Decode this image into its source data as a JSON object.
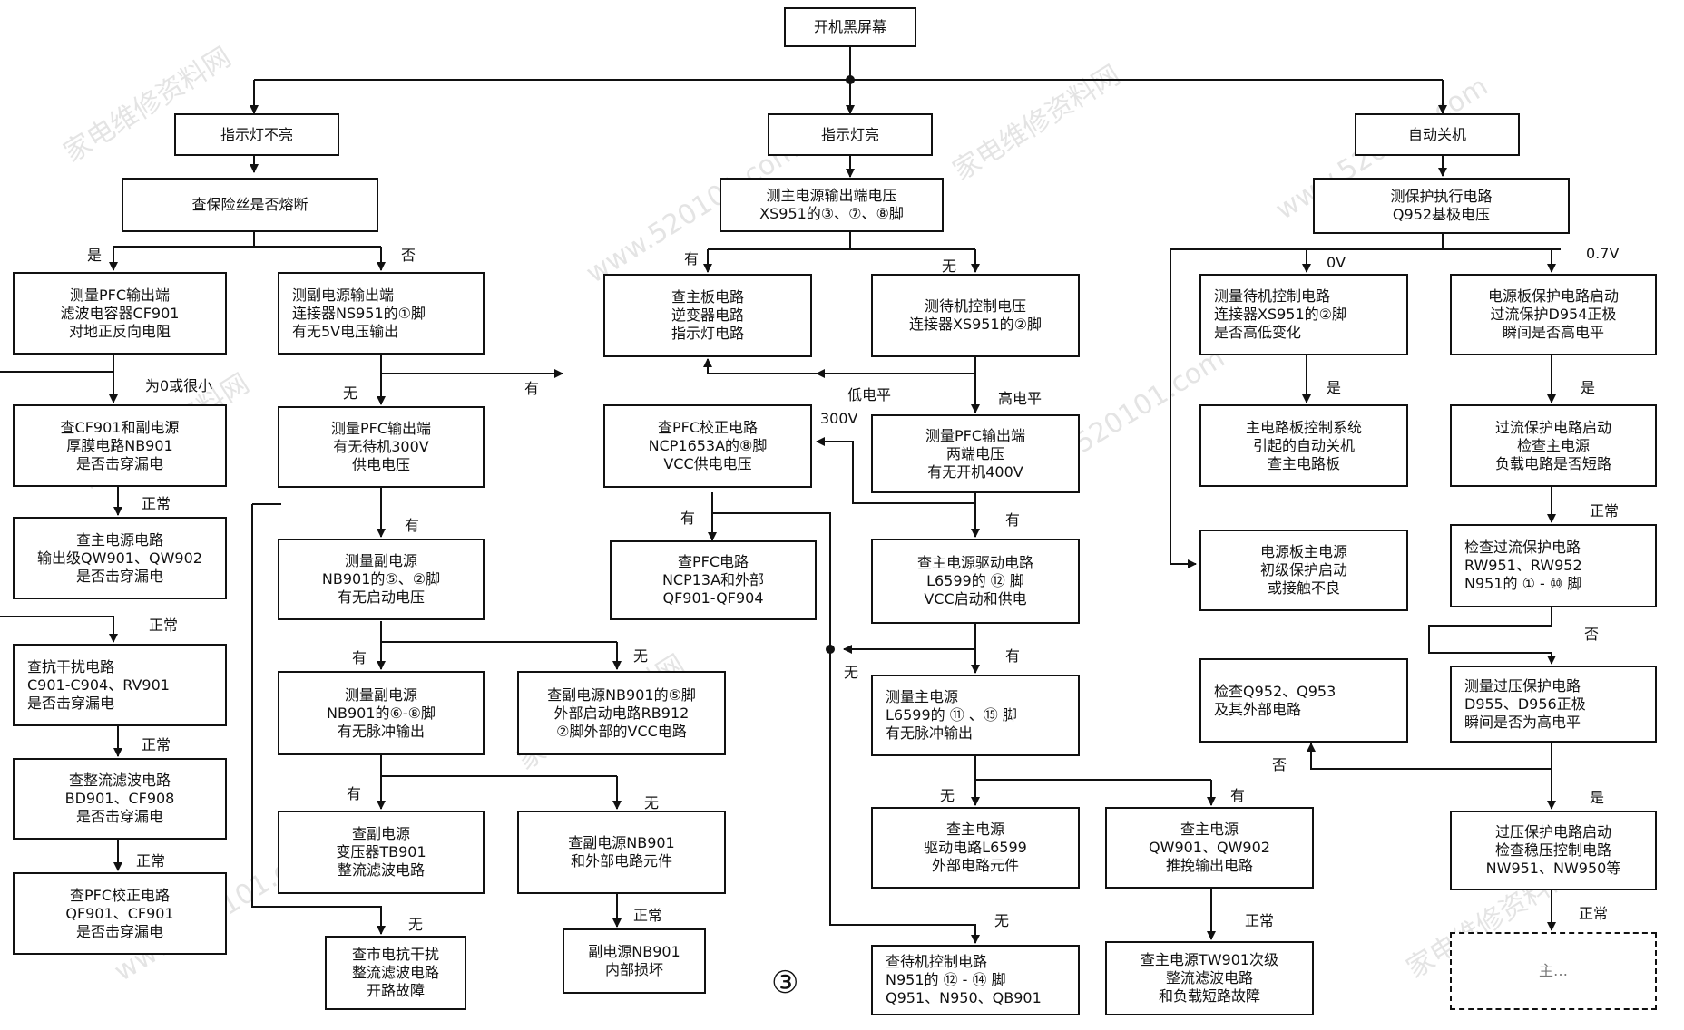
{
  "title": "开机黑屏幕",
  "page_number": "③",
  "watermarks": [
    "家电维修资料网",
    "www.520101.com"
  ],
  "boxes": {
    "b_top": "开机黑屏幕",
    "b_l_head": "指示灯不亮",
    "b_c_head": "指示灯亮",
    "b_r_head": "自动关机",
    "b_fuse": "查保险丝是否熔断",
    "b_pfc_cap": "测量PFC输出端\n滤波电容器CF901\n对地正反向电阻",
    "b_sub_out": "测副电源输出端\n连接器NS951的①脚\n有无5V电压输出",
    "b_cf901": "查CF901和副电源\n厚膜电路NB901\n是否击穿漏电",
    "b_main_out_stage": "查主电源电路\n输出级QW901、QW902\n是否击穿漏电",
    "b_emi": "查抗干扰电路\nC901-C904、RV901\n是否击穿漏电",
    "b_rect": "查整流滤波电路\nBD901、CF908\n是否击穿漏电",
    "b_pfc_corr": "查PFC校正电路\nQF901、CF901\n是否击穿漏电",
    "b_pfc300": "测量PFC输出端\n有无待机300V\n供电电压",
    "b_nb901_start": "测量副电源\nNB901的⑤、②脚\n有无启动电压",
    "b_nb901_pulse": "测量副电源\nNB901的⑥-⑧脚\n有无脉冲输出",
    "b_nb901_ext": "查副电源NB901的⑤脚\n外部启动电路RB912\n②脚外部的VCC电路",
    "b_tb901": "查副电源\n变压器TB901\n整流滤波电路",
    "b_nb901_parts": "查副电源NB901\n和外部电路元件",
    "b_nb901_bad": "副电源NB901\n内部损坏",
    "b_mains": "查市电抗干扰\n整流滤波电路\n开路故障",
    "b_main_out_v": "测主电源输出端电压\nXS951的③、⑦、⑧脚",
    "b_mainboard": "查主板电路\n逆变器电路\n指示灯电路",
    "b_standby_ctrl": "测待机控制电压\n连接器XS951的②脚",
    "b_ncp1653": "查PFC校正电路\nNCP1653A的⑧脚\nVCC供电电压",
    "b_pfc_400": "测量PFC输出端\n两端电压\n有无开机400V",
    "b_ncp13a": "查PFC电路\nNCP13A和外部\nQF901-QF904",
    "b_l6599_vcc": "查主电源驱动电路\nL6599的 ⑫ 脚\nVCC启动和供电",
    "b_l6599_pulse": "测量主电源\nL6599的 ⑪ 、⑮ 脚\n有无脉冲输出",
    "b_l6599_parts": "查主电源\n驱动电路L6599\n外部电路元件",
    "b_qw_push": "查主电源\nQW901、QW902\n推挽输出电路",
    "b_n951": "查待机控制电路\nN951的 ⑫ - ⑭ 脚\nQ951、N950、QB901",
    "b_tw901": "查主电源TW901次级\n整流滤波电路\n和负载短路故障",
    "b_q952_base": "测保护执行电路\nQ952基极电压",
    "b_xs951_2": "测量待机控制电路\n连接器XS951的②脚\n是否高低变化",
    "b_d954": "电源板保护电路启动\n过流保护D954正极\n瞬间是否高电平",
    "b_auto_off": "主电路板控制系统\n引起的自动关机\n查主电路板",
    "b_primary": "电源板主电源\n初级保护启动\n或接触不良",
    "b_overcurrent": "过流保护电路启动\n检查主电源\n负载电路是否短路",
    "b_rw951": "检查过流保护电路\nRW951、RW952\nN951的 ① - ⑩ 脚",
    "b_q952_ext": "检查Q952、Q953\n及其外部电路",
    "b_d955": "测量过压保护电路\nD955、D956正极\n瞬间是否为高电平",
    "b_overvolt": "过压保护电路启动\n检查稳压控制电路\nNW951、NW950等",
    "b_last": "主…"
  },
  "labels": {
    "l_yes1": "是",
    "l_no1": "否",
    "l_zero": "为0或很小",
    "l_norm1": "正常",
    "l_norm2": "正常",
    "l_norm3": "正常",
    "l_norm4": "正常",
    "l_none1": "无",
    "l_have1": "有",
    "l_have2": "有",
    "l_have3": "有",
    "l_none2": "无",
    "l_have4": "有",
    "l_none3": "无",
    "l_none4": "无",
    "l_norm5": "正常",
    "l_have5": "有",
    "l_none5": "无",
    "l_low": "低电平",
    "l_high": "高电平",
    "l_300v": "300V",
    "l_have6": "有",
    "l_have7": "有",
    "l_have8": "有",
    "l_none6": "无",
    "l_none7": "无",
    "l_have9": "有",
    "l_none8": "无",
    "l_norm6": "正常",
    "l_0v": "0V",
    "l_07v": "0.7V",
    "l_yes2": "是",
    "l_yes3": "是",
    "l_norm7": "正常",
    "l_no2": "否",
    "l_no3": "否",
    "l_yes4": "是",
    "l_norm8": "正常"
  }
}
